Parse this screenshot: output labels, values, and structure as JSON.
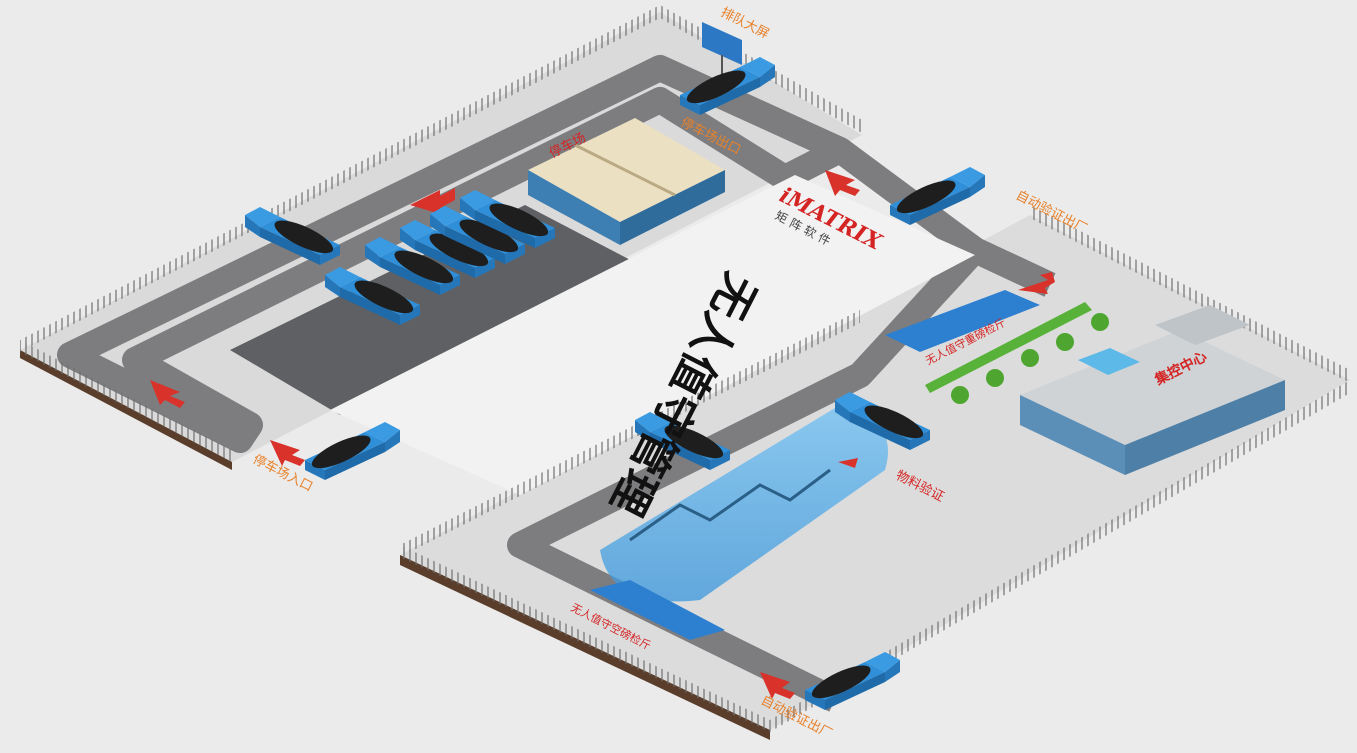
{
  "title": "无人值守管理",
  "brand": {
    "name": "iMATRIX",
    "subtitle": "矩阵软件"
  },
  "labels": {
    "queue_screen": "排队大屏",
    "parking_lot": "停车场",
    "parking_exit": "停车场出口",
    "parking_entrance": "停车场入口",
    "auto_verify_exit_top": "自动验证出厂",
    "auto_verify_exit_bottom": "自动验证出厂",
    "heavy_scale_room": "无人值守重磅检斤",
    "empty_scale_room": "无人值守空磅检斤",
    "material_verify": "物料验证",
    "control_center": "集控中心"
  },
  "colors": {
    "background": "#ebebeb",
    "ground": "#d9d9d9",
    "road": "#7d7d7f",
    "fence": "#6f6f6f",
    "truck_blue": "#2f8fd8",
    "cargo": "#1e1e1e",
    "scale_blue": "#2d7fcf",
    "label_orange": "#e8812a",
    "label_red": "#d42424",
    "arrow_red": "#d9322b",
    "tree_green": "#58b23a",
    "shed_blue": "#5fb3ec"
  }
}
